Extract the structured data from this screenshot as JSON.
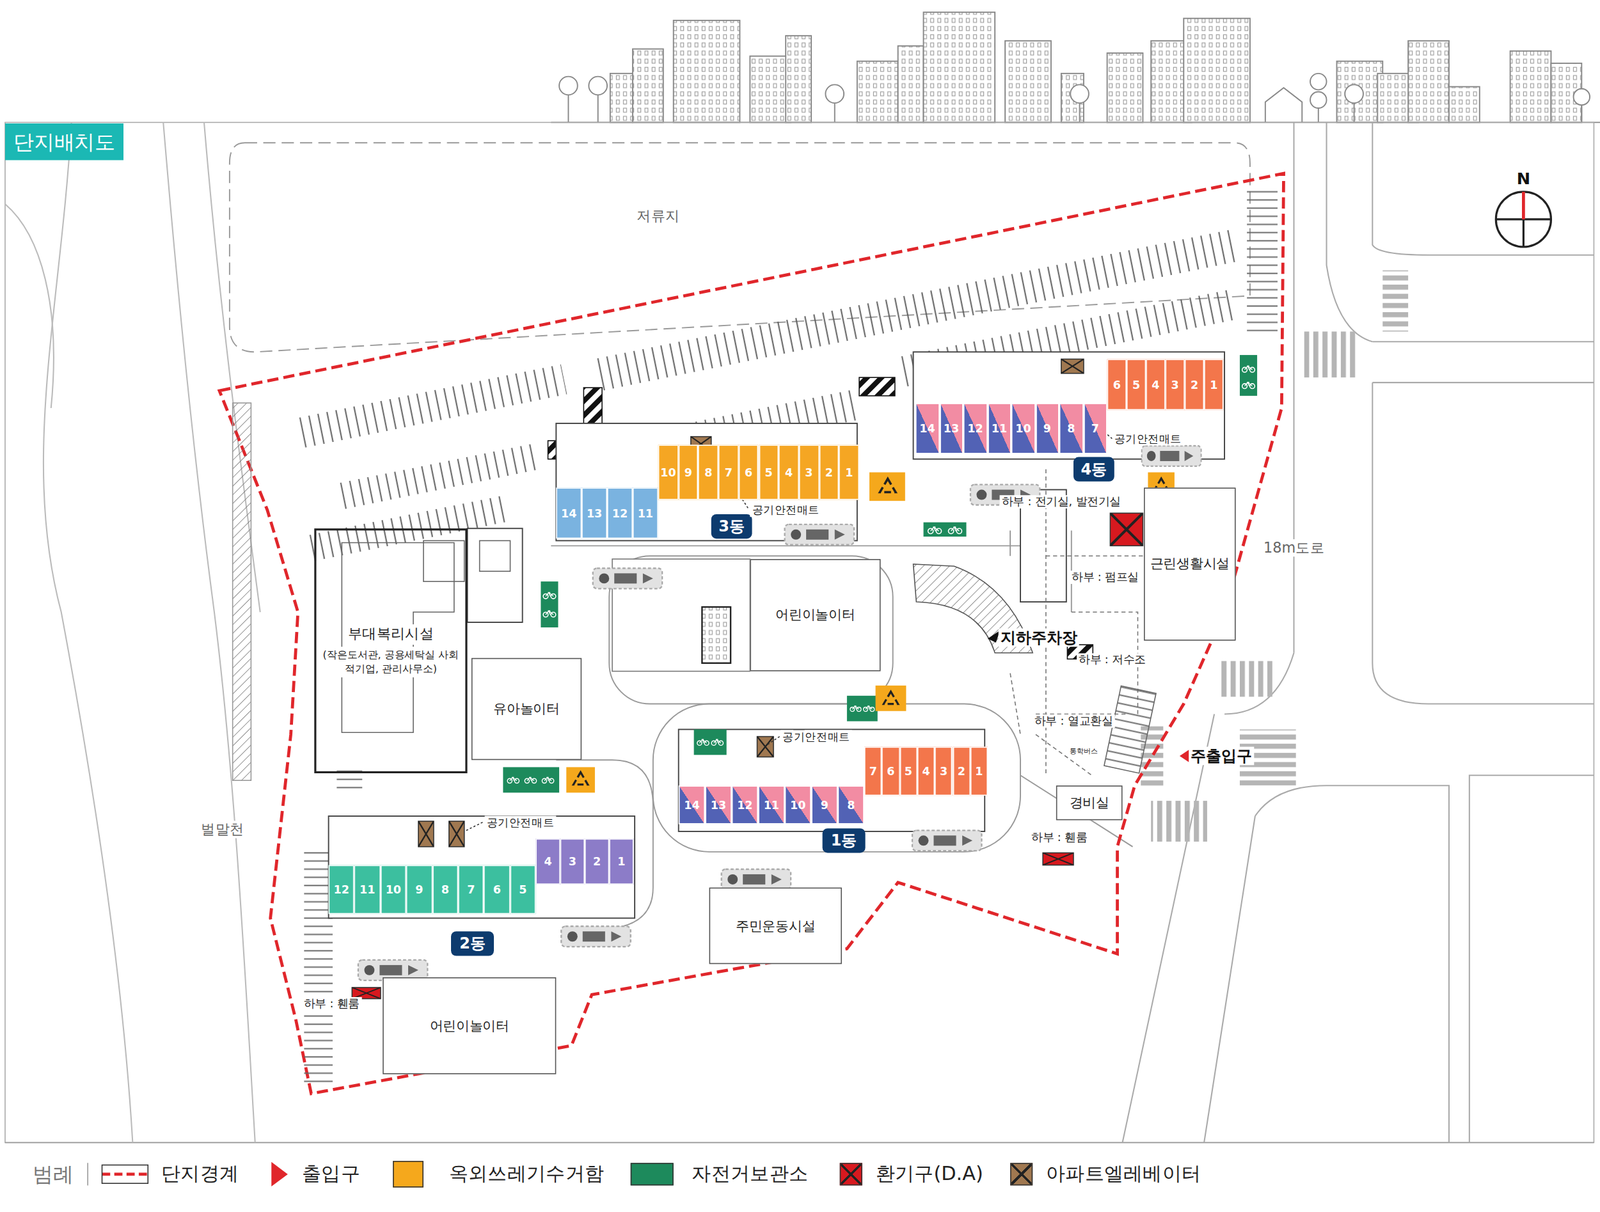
{
  "diagram": {
    "title": "단지배치도",
    "nodes": [
      {
        "text": [
          "14"
        ]
      },
      {
        "text": [
          "13"
        ]
      },
      {
        "text": [
          "12"
        ]
      },
      {
        "text": [
          "11"
        ]
      },
      {
        "text": [
          "10"
        ]
      },
      {
        "text": [
          "9"
        ]
      },
      {
        "text": [
          "8"
        ]
      },
      {
        "text": [
          "7"
        ]
      },
      {
        "text": [
          "6"
        ]
      },
      {
        "text": [
          "5"
        ]
      },
      {
        "text": [
          "4"
        ]
      },
      {
        "text": [
          "3"
        ]
      },
      {
        "text": [
          "2"
        ]
      },
      {
        "text": [
          "1"
        ]
      },
      {
        "text": [
          "3동"
        ]
      },
      {
        "text": [
          "14"
        ]
      },
      {
        "text": [
          "13"
        ]
      },
      {
        "text": [
          "12"
        ]
      },
      {
        "text": [
          "11"
        ]
      },
      {
        "text": [
          "10"
        ]
      },
      {
        "text": [
          "9"
        ]
      },
      {
        "text": [
          "8"
        ]
      },
      {
        "text": [
          "7"
        ]
      },
      {
        "text": [
          "6"
        ]
      },
      {
        "text": [
          "5"
        ]
      },
      {
        "text": [
          "4"
        ]
      },
      {
        "text": [
          "3"
        ]
      },
      {
        "text": [
          "2"
        ]
      },
      {
        "text": [
          "1"
        ]
      },
      {
        "text": [
          "4동"
        ]
      },
      {
        "text": [
          "근린생활시설"
        ]
      },
      {
        "text": [
          "부대복리시설",
          "(작은도서관, 공용세탁실 사회적기업, 관리사무소)"
        ]
      },
      {
        "text": [
          "어린이놀이터"
        ]
      },
      {
        "text": [
          "유아놀이터"
        ]
      },
      {
        "text": [
          "14"
        ]
      },
      {
        "text": [
          "13"
        ]
      },
      {
        "text": [
          "12"
        ]
      },
      {
        "text": [
          "11"
        ]
      },
      {
        "text": [
          "10"
        ]
      },
      {
        "text": [
          "9"
        ]
      },
      {
        "text": [
          "8"
        ]
      },
      {
        "text": [
          "7"
        ]
      },
      {
        "text": [
          "6"
        ]
      },
      {
        "text": [
          "5"
        ]
      },
      {
        "text": [
          "4"
        ]
      },
      {
        "text": [
          "3"
        ]
      },
      {
        "text": [
          "2"
        ]
      },
      {
        "text": [
          "1"
        ]
      },
      {
        "text": [
          "1동"
        ]
      },
      {
        "text": [
          "경비실"
        ]
      },
      {
        "text": [
          "12"
        ]
      },
      {
        "text": [
          "11"
        ]
      },
      {
        "text": [
          "10"
        ]
      },
      {
        "text": [
          "9"
        ]
      },
      {
        "text": [
          "8"
        ]
      },
      {
        "text": [
          "7"
        ]
      },
      {
        "text": [
          "6"
        ]
      },
      {
        "text": [
          "5"
        ]
      },
      {
        "text": [
          "4"
        ]
      },
      {
        "text": [
          "3"
        ]
      },
      {
        "text": [
          "2"
        ]
      },
      {
        "text": [
          "1"
        ]
      },
      {
        "text": [
          "2동"
        ]
      },
      {
        "text": [
          "주민운동시설"
        ]
      },
      {
        "text": [
          "어린이놀이터"
        ]
      }
    ],
    "labels": [
      "저류지",
      "N",
      "18m도로",
      "벌말천",
      "공기안전매트",
      "공기안전매트",
      "하부 : 전기실, 발전기실",
      "하부 : 펌프실",
      "지하주차장",
      "하부 : 저수조",
      "하부 : 열교환실",
      "공기안전매트",
      "통학버스",
      "주출입구",
      "공기안전매트",
      "하부 : 휀룸",
      "하부 : 휀룸",
      "범례"
    ],
    "legend": [
      {
        "text": "단지경계"
      },
      {
        "text": "출입구"
      },
      {
        "text": "옥외쓰레기수거함",
        "color": "#f5a81c"
      },
      {
        "text": "자전거보관소",
        "color": "#1d8a5c"
      },
      {
        "text": "환기구(D.A)",
        "color": "#d7191f"
      },
      {
        "text": "아파트엘레베이터",
        "color": "#a07850"
      }
    ]
  }
}
